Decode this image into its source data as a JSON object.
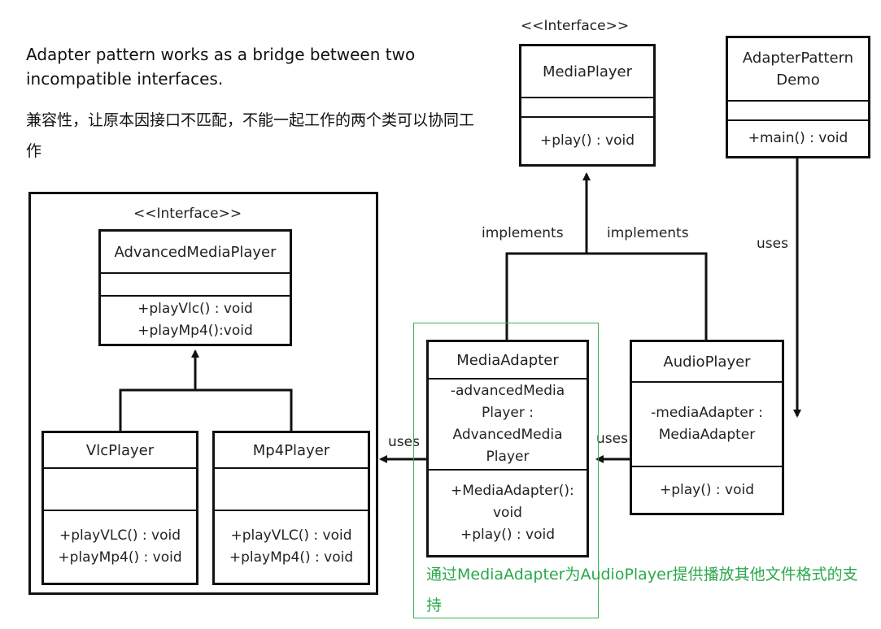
{
  "intro": {
    "english": "Adapter pattern works as a bridge between two incompatible interfaces.",
    "chinese": "兼容性，让原本因接口不匹配，不能一起工作的两个类可以协同工作"
  },
  "stereotype": "<<Interface>>",
  "classes": {
    "media_player": {
      "name": "MediaPlayer",
      "attrs": "",
      "methods": [
        "+play() : void"
      ]
    },
    "adapter_pattern_demo": {
      "name": "AdapterPattern Demo",
      "attrs": "",
      "methods": [
        "+main() : void"
      ]
    },
    "advanced_media_player": {
      "name": "AdvancedMediaPlayer",
      "attrs": "",
      "methods": [
        "+playVlc() : void",
        "+playMp4():void"
      ]
    },
    "vlc_player": {
      "name": "VlcPlayer",
      "attrs": "",
      "methods": [
        "+playVLC() : void",
        "+playMp4() : void"
      ]
    },
    "mp4_player": {
      "name": "Mp4Player",
      "attrs": "",
      "methods": [
        "+playVLC() : void",
        "+playMp4() : void"
      ]
    },
    "media_adapter": {
      "name": "MediaAdapter",
      "attrs": "-advancedMedia Player : AdvancedMedia Player",
      "methods": [
        "+MediaAdapter(): void",
        "+play() : void"
      ]
    },
    "audio_player": {
      "name": "AudioPlayer",
      "attrs": "-mediaAdapter : MediaAdapter",
      "methods": [
        "+play() : void"
      ]
    }
  },
  "connectors": {
    "implements_left": "implements",
    "implements_right": "implements",
    "uses_demo": "uses",
    "uses_adapter": "uses",
    "uses_audio": "uses"
  },
  "note": "通过MediaAdapter为AudioPlayer提供播放其他文件格式的支持",
  "colors": {
    "line": "#111111",
    "highlight": "#3cb44b",
    "note_text": "#2aa84a"
  }
}
